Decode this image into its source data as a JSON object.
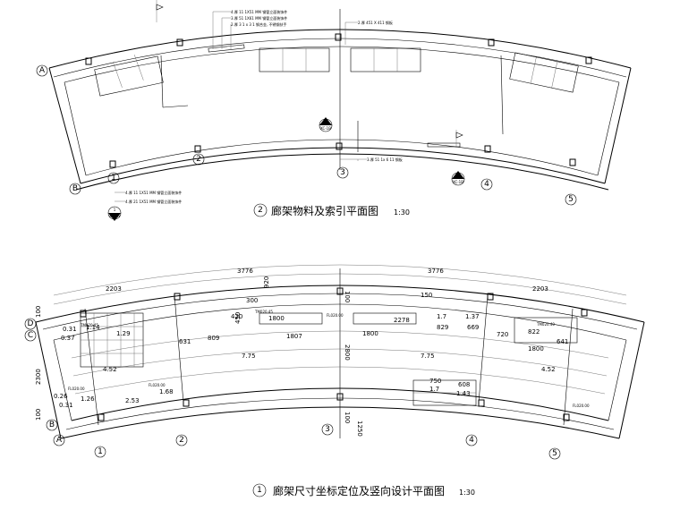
{
  "top_plan": {
    "title": "廊架物料及索引平面图",
    "number": "2",
    "scale": "1:30",
    "notes": [
      "4.厚 11 1X51 MM 钢管立面装饰件",
      "3.厚 51 1X61 MM 钢管立面装饰件",
      "2.厚 3 1 x 3 1 钢合金, 不锈钢扶手",
      "2.厚 451 X 411 钢板",
      "4.厚 11 1X51 MM 钢管立面装饰件",
      "4.厚 21 1X51 MM 钢管立面装饰件",
      "3.厚 51 1x 6 11 钢板"
    ],
    "axes": [
      "A",
      "B",
      "1",
      "2",
      "3",
      "4",
      "5"
    ],
    "section_marks": [
      {
        "num": "2",
        "ref": "XC-1B"
      },
      {
        "num": "3",
        "ref": "XC-1B"
      },
      {
        "num": "1",
        "ref": "XC-1A"
      }
    ]
  },
  "bottom_plan": {
    "title": "廊架尺寸坐标定位及竖向设计平面图",
    "number": "1",
    "scale": "1:30",
    "axes": [
      "A",
      "B",
      "C",
      "D",
      "1",
      "2",
      "3",
      "4",
      "5"
    ],
    "dims": {
      "top_outer": [
        "3776",
        "3776"
      ],
      "top_inner": [
        "2203",
        "2203"
      ],
      "bays": [
        "4.52",
        "7.75",
        "7.75",
        "4.52"
      ],
      "left_vertical": [
        "100",
        "2300",
        "100"
      ],
      "center_vertical": [
        "100",
        "2800",
        "100",
        "1250"
      ],
      "misc": [
        "1800",
        "1807",
        "1800",
        "1800",
        "2278",
        "829",
        "669",
        "822",
        "1.7",
        "1.37",
        "1.7",
        "1.43",
        "750",
        "608",
        "809",
        "631",
        "1.14",
        "0.37",
        "0.31",
        "2.53",
        "1.26",
        "1.68",
        "0.26",
        "300",
        "920",
        "150",
        "450",
        "420",
        "720",
        "641",
        "1.29",
        "0.31"
      ]
    },
    "elevations": [
      "TM020.45",
      "TM020.45",
      "TM020.40",
      "FL020.00",
      "FL020.00",
      "FL020.00",
      "FL020.00"
    ]
  }
}
